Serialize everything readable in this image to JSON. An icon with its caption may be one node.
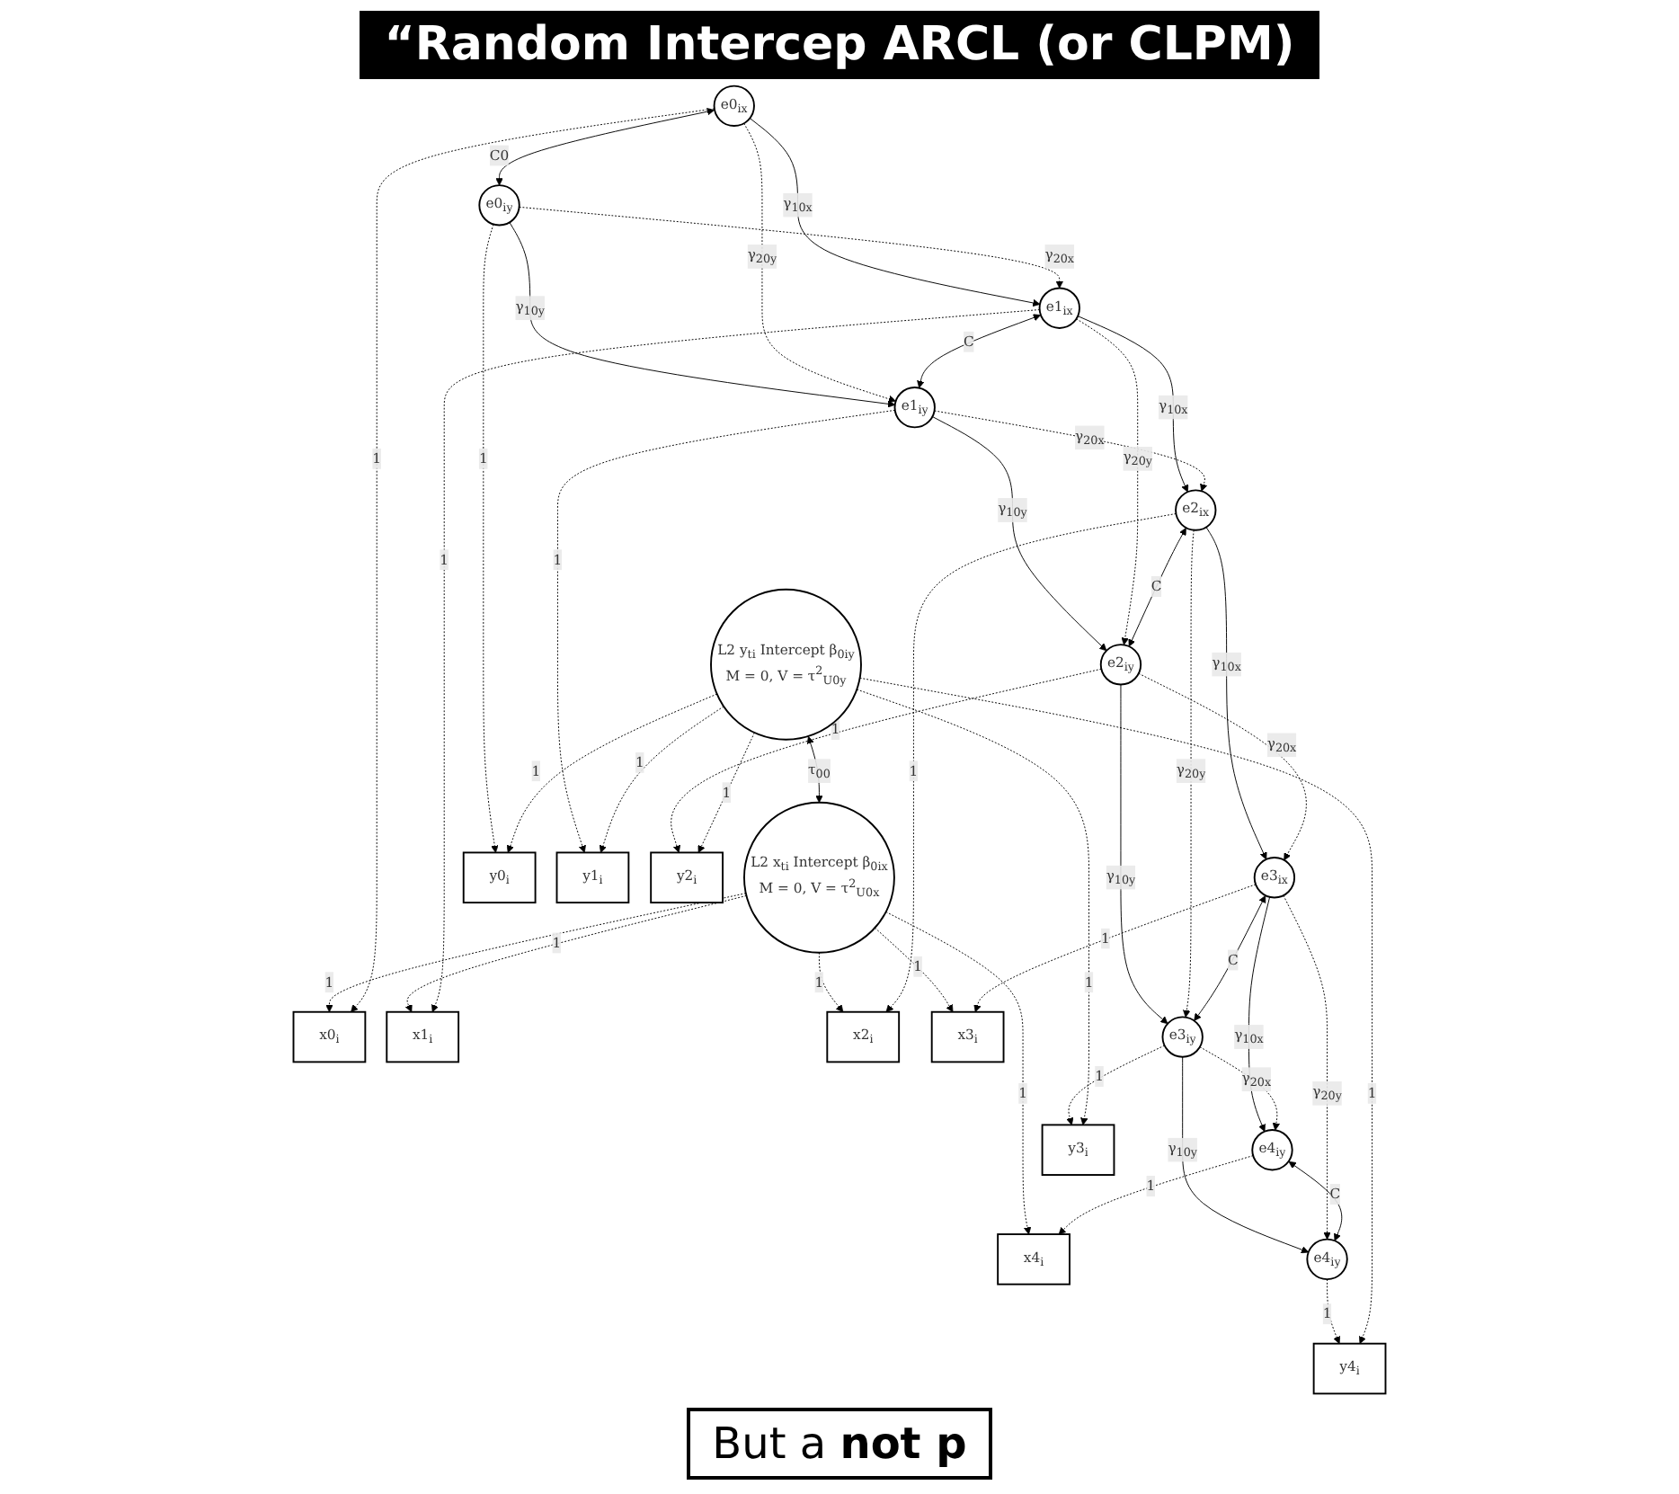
{
  "diagram": {
    "title": "“Random Intercep ARCL (or CLPM)",
    "nodes": [
      {
        "text": [
          "L2 x$_{ti}$ Intercept β$_{0ix}$",
          "M = 0, V = τ$^{2}$$_{U0x}$"
        ]
      },
      {
        "text": [
          "x0$_{i}$"
        ]
      },
      {
        "text": [
          "x1$_{i}$"
        ]
      },
      {
        "text": [
          "x2$_{i}$"
        ]
      },
      {
        "text": [
          "x3$_{i}$"
        ]
      },
      {
        "text": [
          "x4$_{i}$"
        ]
      },
      {
        "text": [
          "e0$_{ix}$"
        ]
      },
      {
        "text": [
          "e1$_{ix}$"
        ]
      },
      {
        "text": [
          "e2$_{ix}$"
        ]
      },
      {
        "text": [
          "e3$_{ix}$"
        ]
      },
      {
        "text": [
          "e4$_{iy}$"
        ]
      },
      {
        "text": [
          "e0$_{iy}$"
        ]
      },
      {
        "text": [
          "e1$_{iy}$"
        ]
      },
      {
        "text": [
          "e2$_{iy}$"
        ]
      },
      {
        "text": [
          "e3$_{iy}$"
        ]
      },
      {
        "text": [
          "e4$_{iy}$"
        ]
      },
      {
        "text": [
          "y0$_{i}$"
        ]
      },
      {
        "text": [
          "y1$_{i}$"
        ]
      },
      {
        "text": [
          "y2$_{i}$"
        ]
      },
      {
        "text": [
          "y3$_{i}$"
        ]
      },
      {
        "text": [
          "y4$_{i}$"
        ]
      },
      {
        "text": [
          "L2 y$_{ti}$ Intercept β$_{0iy}$",
          "M = 0, V = τ$^{2}$$_{U0y}$"
        ]
      }
    ],
    "edges": [
      {
        "from": 0,
        "to": 1,
        "arrow": "to",
        "label": "1",
        "style": "dashed"
      },
      {
        "from": 0,
        "to": 2,
        "arrow": "to",
        "label": "1",
        "style": "dashed"
      },
      {
        "from": 0,
        "to": 3,
        "arrow": "to",
        "label": "1",
        "style": "dashed"
      },
      {
        "from": 0,
        "to": 4,
        "arrow": "to",
        "label": "1",
        "style": "dashed"
      },
      {
        "from": 0,
        "to": 5,
        "arrow": "to",
        "label": "1",
        "style": "dashed"
      },
      {
        "from": 6,
        "to": 1,
        "arrow": "to",
        "label": "1",
        "style": "dashed"
      },
      {
        "from": 7,
        "to": 2,
        "arrow": "to",
        "label": "1",
        "style": "dashed"
      },
      {
        "from": 8,
        "to": 3,
        "arrow": "to",
        "label": "1",
        "style": "dashed"
      },
      {
        "from": 9,
        "to": 4,
        "arrow": "to",
        "label": "1",
        "style": "dashed"
      },
      {
        "from": 10,
        "to": 5,
        "arrow": "to",
        "label": "1",
        "style": "dashed"
      },
      {
        "from": 6,
        "to": 7,
        "arrow": "to",
        "label": "γ$_{10x}$"
      },
      {
        "from": 7,
        "to": 8,
        "arrow": "to",
        "label": "γ$_{10x}$"
      },
      {
        "from": 8,
        "to": 9,
        "arrow": "to",
        "label": "γ$_{10x}$"
      },
      {
        "from": 9,
        "to": 10,
        "arrow": "to",
        "label": "γ$_{10x}$"
      },
      {
        "from": 11,
        "to": 12,
        "arrow": "to",
        "label": "γ$_{10y}$"
      },
      {
        "from": 12,
        "to": 13,
        "arrow": "to",
        "label": "γ$_{10y}$"
      },
      {
        "from": 13,
        "to": 14,
        "arrow": "to",
        "label": "γ$_{10y}$"
      },
      {
        "from": 14,
        "to": 15,
        "arrow": "to",
        "label": "γ$_{10y}$"
      },
      {
        "from": 6,
        "to": 12,
        "arrow": "to",
        "label": "γ$_{20y}$",
        "style": "dashed"
      },
      {
        "from": 11,
        "to": 7,
        "arrow": "to",
        "label": "γ$_{20x}$",
        "style": "dashed"
      },
      {
        "from": 7,
        "to": 13,
        "arrow": "to",
        "label": "γ$_{20y}$",
        "style": "dashed"
      },
      {
        "from": 12,
        "to": 8,
        "arrow": "to",
        "label": "γ$_{20x}$",
        "style": "dashed"
      },
      {
        "from": 8,
        "to": 14,
        "arrow": "to",
        "label": "γ$_{20y}$",
        "style": "dashed"
      },
      {
        "from": 13,
        "to": 9,
        "arrow": "to",
        "label": "γ$_{20x}$",
        "style": "dashed"
      },
      {
        "from": 9,
        "to": 15,
        "arrow": "to",
        "label": "γ$_{20y}$",
        "style": "dashed"
      },
      {
        "from": 14,
        "to": 10,
        "arrow": "to",
        "label": "γ$_{20x}$",
        "style": "dashed"
      },
      {
        "from": 6,
        "to": 11,
        "arrow": "both",
        "label": "C0"
      },
      {
        "from": 7,
        "to": 12,
        "arrow": "both",
        "label": "C"
      },
      {
        "from": 8,
        "to": 13,
        "arrow": "both",
        "label": "C"
      },
      {
        "from": 9,
        "to": 14,
        "arrow": "both",
        "label": "C"
      },
      {
        "from": 10,
        "to": 15,
        "arrow": "both",
        "label": "C"
      },
      {
        "from": 11,
        "to": 16,
        "arrow": "to",
        "label": "1",
        "style": "dashed"
      },
      {
        "from": 12,
        "to": 17,
        "arrow": "to",
        "label": "1",
        "style": "dashed"
      },
      {
        "from": 13,
        "to": 18,
        "arrow": "to",
        "label": "1",
        "style": "dashed"
      },
      {
        "from": 14,
        "to": 19,
        "arrow": "to",
        "label": "1",
        "style": "dashed"
      },
      {
        "from": 15,
        "to": 20,
        "arrow": "to",
        "label": "1",
        "style": "dashed"
      },
      {
        "from": 21,
        "to": 16,
        "arrow": "to",
        "label": "1",
        "style": "dashed"
      },
      {
        "from": 21,
        "to": 17,
        "arrow": "to",
        "label": "1",
        "style": "dashed"
      },
      {
        "from": 21,
        "to": 18,
        "arrow": "to",
        "label": "1",
        "style": "dashed"
      },
      {
        "from": 21,
        "to": 19,
        "arrow": "to",
        "label": "1",
        "style": "dashed"
      },
      {
        "from": 21,
        "to": 20,
        "arrow": "to",
        "label": "1",
        "style": "dashed"
      },
      {
        "from": 21,
        "to": 0,
        "arrow": "both",
        "label": "τ$_{00}$"
      }
    ],
    "labels": [
      "But a **not p**"
    ]
  }
}
